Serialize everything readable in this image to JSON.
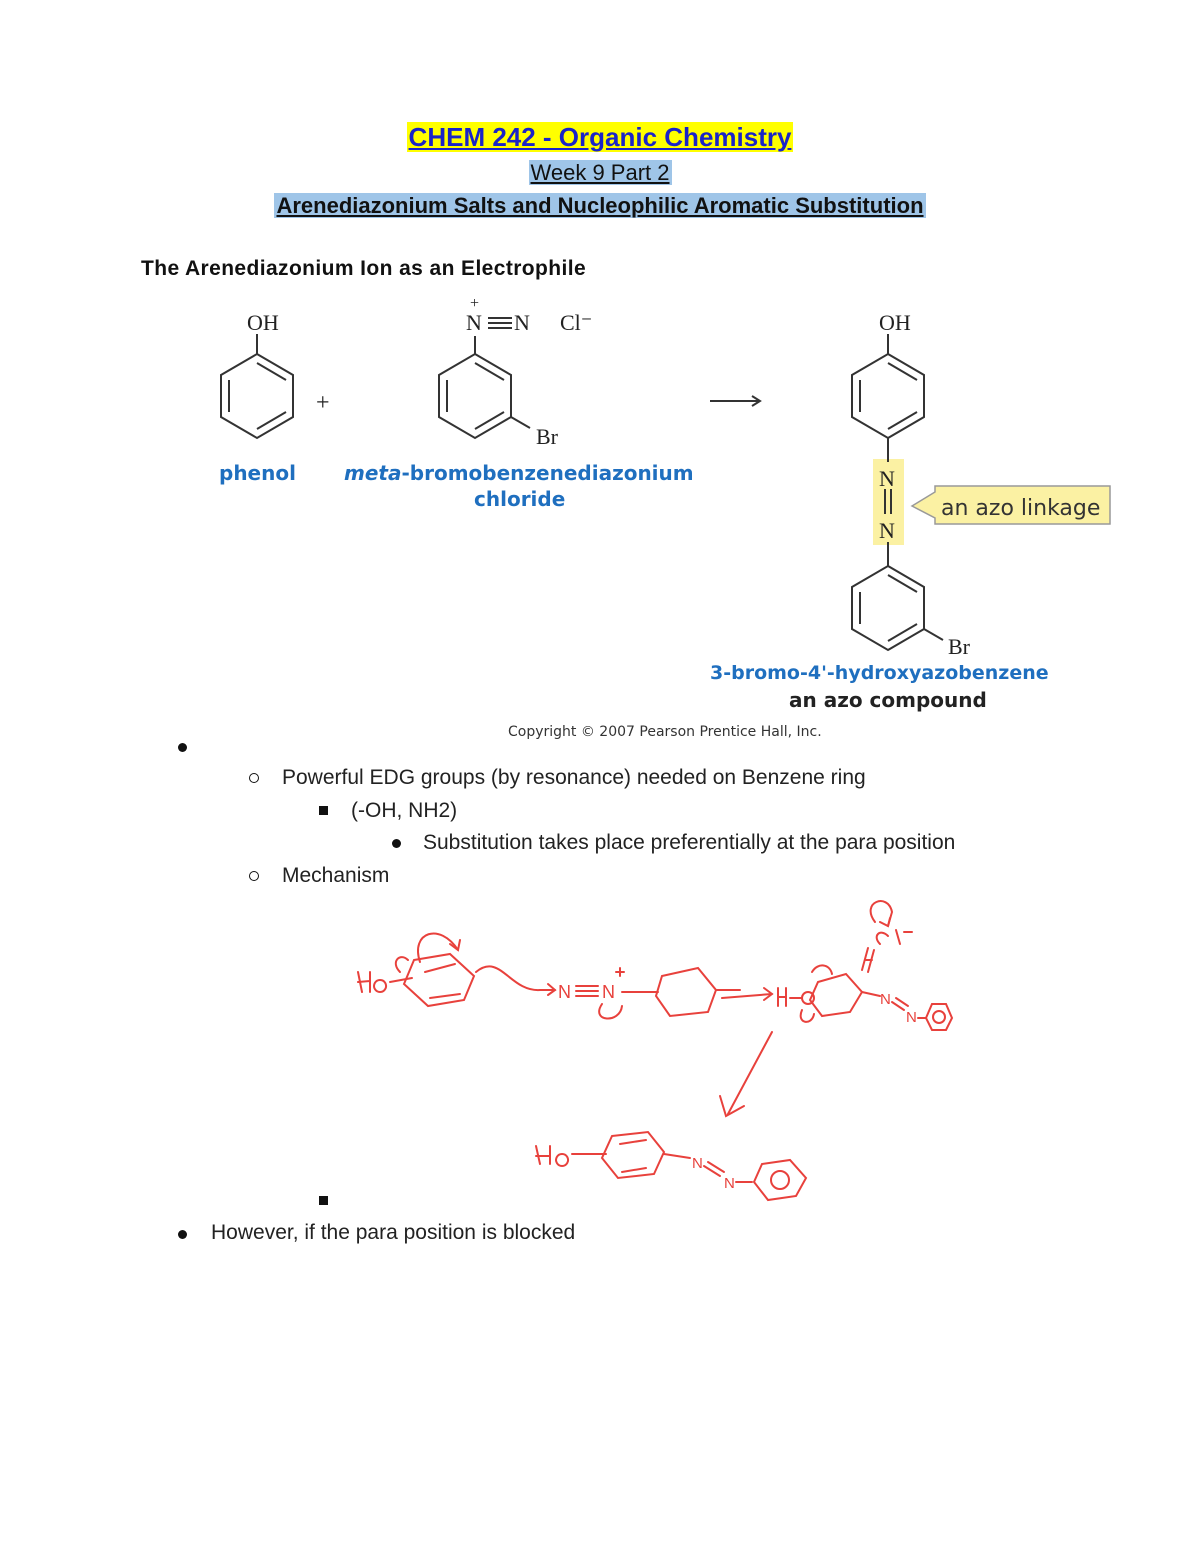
{
  "header": {
    "course": "CHEM 242 - Organic Chemistry",
    "week": "Week 9 Part 2",
    "topic": "Arenediazonium Salts and  Nucleophilic Aromatic Substitution"
  },
  "section_heading": "The Arenediazonium Ion as an Electrophile",
  "figure": {
    "reactant1_group": "OH",
    "plus": "+",
    "reactant2_group": "N≡N",
    "reactant2_charge": "+",
    "counterion": "Cl⁻",
    "reactant2_sub": "Br",
    "arrow": "⟶",
    "label_phenol": "phenol",
    "label_meta_prefix": "meta",
    "label_meta_rest": "-bromobenzenediazonium",
    "label_chloride": "chloride",
    "product_group": "OH",
    "product_n1": "N",
    "product_n2": "N",
    "product_sub": "Br",
    "callout": "an azo linkage",
    "product_name": "3-bromo-4'-hydroxyazobenzene",
    "product_class": "an azo compound",
    "copyright": "Copyright © 2007 Pearson Prentice Hall, Inc.",
    "colors": {
      "label_blue": "#1f6fbf",
      "highlight": "#fbf1a3",
      "callout_bg": "#fbf1a3"
    }
  },
  "bullets": {
    "b1_sub1": "Powerful EDG groups (by resonance) needed on Benzene ring",
    "b1_sub1_sub": "(-OH, NH2)",
    "b1_sub1_sub_sub": "Substitution takes place preferentially at the para position",
    "b1_sub2": "Mechanism",
    "b2": "However, if the para position is blocked"
  },
  "colors": {
    "title_highlight": "#ffff00",
    "title_text": "#1a24c8",
    "subtitle_highlight": "#9fc5e8",
    "ink_red": "#e8413c"
  }
}
